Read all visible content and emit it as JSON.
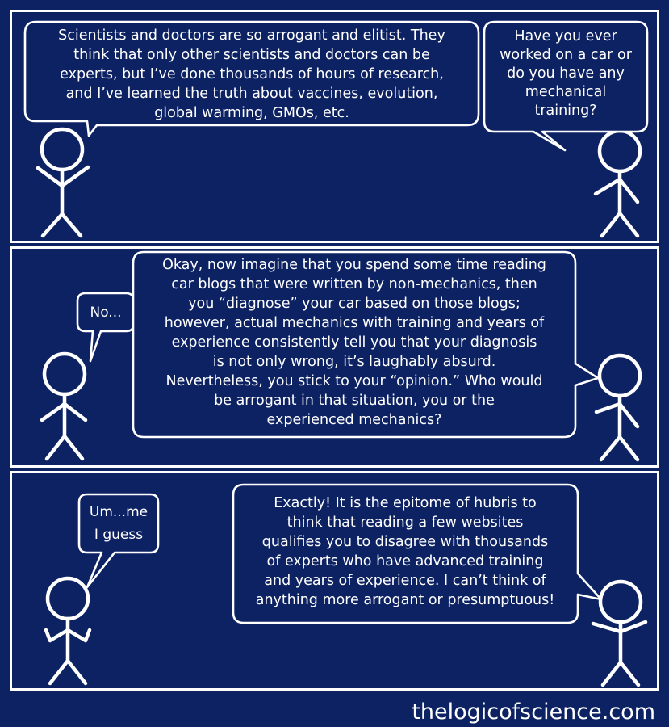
{
  "meta": {
    "title": "The Logic of Science comic strip",
    "background_color": "#0d2263",
    "ink_color": "#ffffff",
    "panel_count": 3
  },
  "watermark": {
    "text": "thelogicofscience.com"
  },
  "panels": [
    {
      "id": "panel-1",
      "characters": [
        {
          "name": "left-stick-figure",
          "role": "science-denier"
        },
        {
          "name": "right-stick-figure",
          "role": "scientist"
        }
      ],
      "bubbles": [
        {
          "name": "speech-bubble-denier-intro",
          "speaker": "left-stick-figure",
          "lines": [
            "Scientists and doctors are so arrogant and elitist. They",
            "think that only other scientists and doctors can be",
            "experts, but I’ve done thousands of hours of research,",
            "and I’ve learned the truth about vaccines, evolution,",
            "global warming, GMOs, etc."
          ]
        },
        {
          "name": "speech-bubble-scientist-question",
          "speaker": "right-stick-figure",
          "lines": [
            "Have you ever",
            "worked on a car or",
            "do you have any",
            "mechanical",
            "training?"
          ]
        }
      ]
    },
    {
      "id": "panel-2",
      "characters": [
        {
          "name": "left-stick-figure",
          "role": "science-denier"
        },
        {
          "name": "right-stick-figure",
          "role": "scientist"
        }
      ],
      "bubbles": [
        {
          "name": "speech-bubble-denier-no",
          "speaker": "left-stick-figure",
          "lines": [
            "No..."
          ]
        },
        {
          "name": "speech-bubble-scientist-analogy",
          "speaker": "right-stick-figure",
          "lines": [
            "Okay, now imagine that you spend some time reading",
            "car blogs that were written by non-mechanics, then",
            "you “diagnose” your car based on those blogs;",
            "however, actual mechanics with training and years of",
            "experience consistently tell you that your diagnosis",
            "is not only wrong, it’s laughably absurd.",
            "Nevertheless, you stick to your “opinion.” Who would",
            "be arrogant in that situation, you or the",
            "experienced mechanics?"
          ]
        }
      ]
    },
    {
      "id": "panel-3",
      "characters": [
        {
          "name": "left-stick-figure",
          "role": "science-denier"
        },
        {
          "name": "right-stick-figure",
          "role": "scientist"
        }
      ],
      "bubbles": [
        {
          "name": "speech-bubble-denier-answer",
          "speaker": "left-stick-figure",
          "lines": [
            "Um...me",
            "I guess"
          ]
        },
        {
          "name": "speech-bubble-scientist-conclusion",
          "speaker": "right-stick-figure",
          "lines": [
            "Exactly! It is the epitome of hubris to",
            "think that reading a few websites",
            "qualifies you to disagree with thousands",
            "of experts who have advanced training",
            "and years of experience. I can’t think of",
            "anything more arrogant or presumptuous!"
          ]
        }
      ]
    }
  ]
}
